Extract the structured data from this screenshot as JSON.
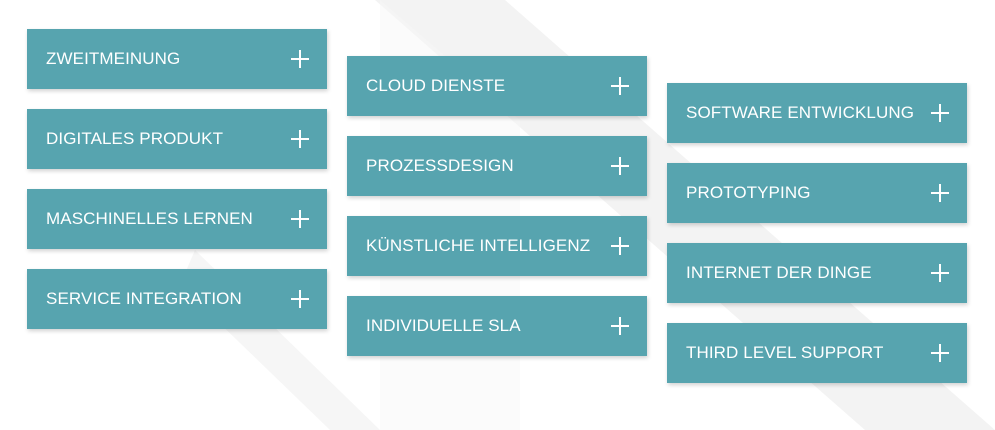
{
  "colors": {
    "tile_background": "#57a4af",
    "tile_text": "#ffffff",
    "page_background": "#ffffff",
    "decor_band": "#f1f1f1"
  },
  "columns": [
    {
      "items": [
        {
          "label": "ZWEITMEINUNG",
          "icon": "plus-icon"
        },
        {
          "label": "DIGITALES PRODUKT",
          "icon": "plus-icon"
        },
        {
          "label": "MASCHINELLES LERNEN",
          "icon": "plus-icon"
        },
        {
          "label": "SERVICE INTEGRATION",
          "icon": "plus-icon"
        }
      ]
    },
    {
      "items": [
        {
          "label": "CLOUD DIENSTE",
          "icon": "plus-icon"
        },
        {
          "label": "PROZESSDESIGN",
          "icon": "plus-icon"
        },
        {
          "label": "KÜNSTLICHE INTELLIGENZ",
          "icon": "plus-icon"
        },
        {
          "label": "INDIVIDUELLE SLA",
          "icon": "plus-icon"
        }
      ]
    },
    {
      "items": [
        {
          "label": "SOFTWARE ENTWICKLUNG",
          "icon": "plus-icon"
        },
        {
          "label": "PROTOTYPING",
          "icon": "plus-icon"
        },
        {
          "label": "INTERNET DER DINGE",
          "icon": "plus-icon"
        },
        {
          "label": "THIRD LEVEL SUPPORT",
          "icon": "plus-icon"
        }
      ]
    }
  ]
}
